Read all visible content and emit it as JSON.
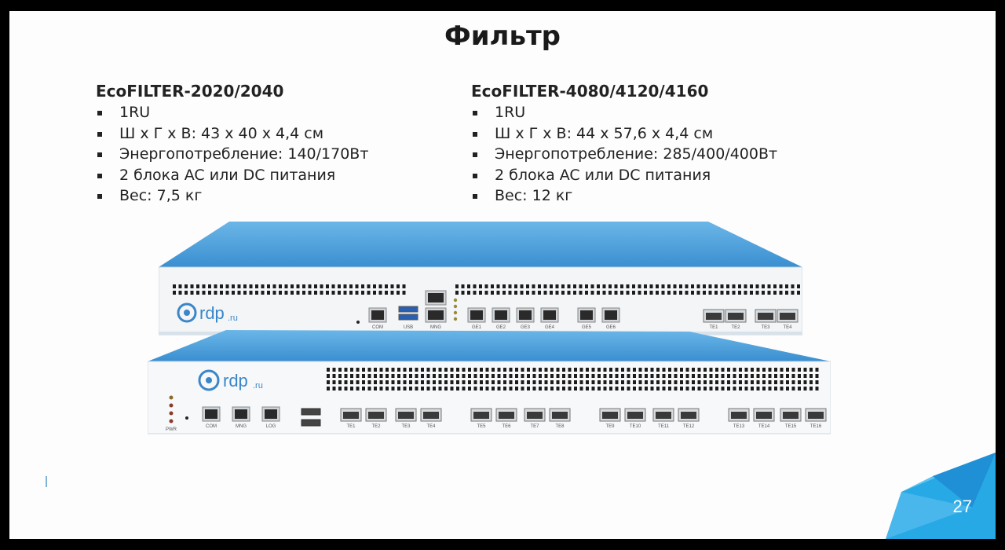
{
  "slide": {
    "title": "Фильтр",
    "page_number": "27",
    "colors": {
      "accent": "#3a9bd9",
      "device_top": "#4a9fdc",
      "device_face": "#f4f6f8"
    }
  },
  "left_spec": {
    "heading": "EcoFILTER-2020/2040",
    "items": [
      "1RU",
      "Ш х Г х В: 43 х 40 х 4,4 см",
      "Энергопотребление: 140/170Вт",
      "2 блока AC или DC питания",
      "Вес: 7,5 кг"
    ]
  },
  "right_spec": {
    "heading": "EcoFILTER-4080/4120/4160",
    "items": [
      "1RU",
      "Ш х Г х В: 44 х 57,6 х 4,4 см",
      "Энергопотребление: 285/400/400Вт",
      "2 блока AC или DC питания",
      "Вес: 12 кг"
    ]
  },
  "device1": {
    "logo": "rdp",
    "logo_suffix": ".ru",
    "port_labels": [
      "COM",
      "USB",
      "MNG",
      "GE1",
      "GE2",
      "GE3",
      "GE4",
      "GE5",
      "GE6",
      "TE1",
      "TE2",
      "TE3",
      "TE4"
    ]
  },
  "device2": {
    "logo": "rdp",
    "logo_suffix": ".ru",
    "port_labels": [
      "PWR",
      "COM",
      "MNG",
      "LOG",
      "TE1",
      "TE2",
      "TE3",
      "TE4",
      "TE5",
      "TE6",
      "TE7",
      "TE8",
      "TE9",
      "TE10",
      "TE11",
      "TE12",
      "TE13",
      "TE14",
      "TE15",
      "TE16"
    ]
  }
}
